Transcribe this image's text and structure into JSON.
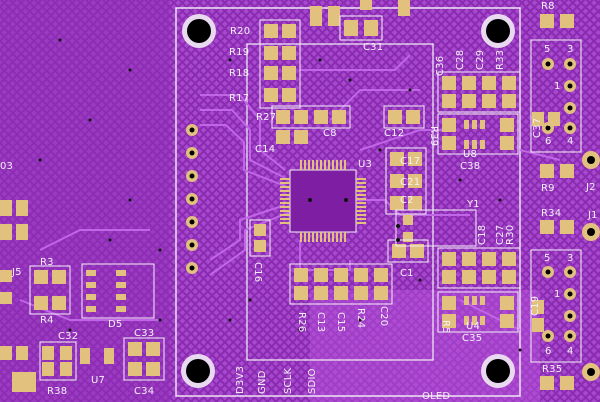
{
  "colors": {
    "board": "#8a2bb0",
    "copper": "#a33fd0",
    "silk": "#f4f1f6",
    "pad": "#e2c07e",
    "mesh": "#b252d8"
  },
  "labels": {
    "R20": "R20",
    "R19": "R19",
    "R18": "R18",
    "R17": "R17",
    "R27": "R27",
    "C31": "C31",
    "C8": "C8",
    "C14": "C14",
    "C12": "C12",
    "U3": "U3",
    "C36": "C36",
    "C28": "C28",
    "C29": "C29",
    "R33": "R33",
    "R39": "R39",
    "U8": "U8",
    "C38": "C38",
    "C37": "C37",
    "C17": "C17",
    "C21": "C21",
    "C2": "C2",
    "Y1": "Y1",
    "C18": "C18",
    "C27": "C27",
    "R30": "R30",
    "C1": "C1",
    "C16": "C16",
    "R26": "R26",
    "C13": "C13",
    "C15": "C15",
    "R24": "R24",
    "C20": "C20",
    "R5": "R5",
    "U4": "U4",
    "C35": "C35",
    "C19": "C19",
    "R8": "R8",
    "R9": "R9",
    "J2": "J2",
    "R34": "R34",
    "J1": "J1",
    "R35": "R35",
    "J5": "J5",
    "R3": "R3",
    "R4": "R4",
    "D5": "D5",
    "C32": "C32",
    "C33": "C33",
    "C34": "C34",
    "R38": "R38",
    "U7": "U7",
    "D3": "03",
    "pin5a": "5",
    "pin3a": "3",
    "pin1a": "1",
    "pin6a": "6",
    "pin4a": "4",
    "pin5b": "5",
    "pin3b": "3",
    "pin1b": "1",
    "pin6b": "6",
    "pin4b": "4",
    "bottom_D3V3": "D3V3",
    "bottom_GND": "GND",
    "bottom_SCLK": "SCLK",
    "bottom_SDIO": "SDIO",
    "oled": "OLED"
  }
}
